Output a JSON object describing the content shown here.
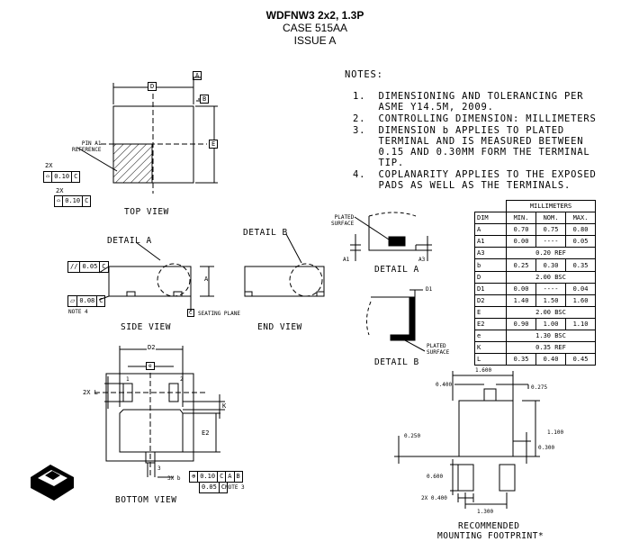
{
  "header": {
    "title": "WDFNW3 2x2, 1.3P",
    "case": "CASE 515AA",
    "issue": "ISSUE A"
  },
  "notes": {
    "heading": "NOTES:",
    "items": [
      {
        "num": "1.",
        "lines": [
          "DIMENSIONING AND TOLERANCING PER",
          "ASME Y14.5M, 2009."
        ]
      },
      {
        "num": "2.",
        "lines": [
          "CONTROLLING DIMENSION: MILLIMETERS"
        ]
      },
      {
        "num": "3.",
        "lines": [
          "DIMENSION b APPLIES TO PLATED",
          "TERMINAL AND IS MEASURED BETWEEN",
          "0.15 AND 0.30MM FORM THE TERMINAL",
          "TIP."
        ]
      },
      {
        "num": "4.",
        "lines": [
          "COPLANARITY APPLIES TO THE EXPOSED",
          "PADS AS WELL AS THE TERMINALS."
        ]
      }
    ]
  },
  "top_view": {
    "title": "TOP VIEW",
    "datum_d": "D",
    "datum_a": "A",
    "datum_b": "B",
    "datum_e": "E",
    "pin_ref": [
      "PIN A1",
      "REFERENCE"
    ],
    "fcf1": {
      "prefix": "2X",
      "cells": [
        "⌓",
        "0.10",
        "C"
      ]
    },
    "fcf2": {
      "prefix": "2X",
      "cells": [
        "⌓",
        "0.10",
        "C"
      ]
    }
  },
  "side_view": {
    "title": "SIDE VIEW",
    "detail_a": "DETAIL A",
    "parallel": {
      "cells": [
        "//",
        "0.05",
        "C"
      ]
    },
    "flat": {
      "cells": [
        "⏥",
        "0.08",
        "C"
      ]
    },
    "note4": "NOTE 4",
    "dim_a": "A",
    "datum_c": "C",
    "seating": "SEATING PLANE"
  },
  "end_view": {
    "title": "END VIEW",
    "detail_b": "DETAIL B"
  },
  "detail_a_view": {
    "title": "DETAIL A",
    "plated": [
      "PLATED",
      "SURFACE"
    ],
    "a1": "A1",
    "a3": "A3"
  },
  "detail_b_view": {
    "title": "DETAIL B",
    "d1": "D1",
    "plated": [
      "PLATED",
      "SURFACE"
    ]
  },
  "bottom_view": {
    "title": "BOTTOM VIEW",
    "d2": "D2",
    "e_lbl": "e",
    "two_x_l": "2X L",
    "k": "K",
    "e2": "E2",
    "pin1": "1",
    "pin2": "2",
    "pin3": "3",
    "three_x_b": "3X b",
    "fcf_a": {
      "cells": [
        "⊕",
        "0.10",
        "C",
        "A",
        "B"
      ]
    },
    "fcf_b": {
      "cells": [
        "0.05",
        "C"
      ]
    },
    "note3": "NOTE 3"
  },
  "table": {
    "header_group": "MILLIMETERS",
    "columns": [
      "DIM",
      "MIN.",
      "NOM.",
      "MAX."
    ],
    "rows": [
      [
        "A",
        "0.70",
        "0.75",
        "0.80"
      ],
      [
        "A1",
        "0.00",
        "----",
        "0.05"
      ],
      [
        "A3",
        "0.20 REF"
      ],
      [
        "b",
        "0.25",
        "0.30",
        "0.35"
      ],
      [
        "D",
        "2.00 BSC"
      ],
      [
        "D1",
        "0.00",
        "----",
        "0.04"
      ],
      [
        "D2",
        "1.40",
        "1.50",
        "1.60"
      ],
      [
        "E",
        "2.00 BSC"
      ],
      [
        "E2",
        "0.90",
        "1.00",
        "1.10"
      ],
      [
        "e",
        "1.30 BSC"
      ],
      [
        "K",
        "0.35 REF"
      ],
      [
        "L",
        "0.35",
        "0.40",
        "0.45"
      ]
    ]
  },
  "footprint": {
    "d_1600": "1.600",
    "d_0400": "0.400",
    "d_0275": "0.275",
    "d_0250": "0.250",
    "d_1100": "1.100",
    "d_0300": "0.300",
    "d_0600": "0.600",
    "d_2x0400": "2X 0.400",
    "d_1300": "1.300",
    "title": [
      "RECOMMENDED",
      "MOUNTING FOOTPRINT*"
    ]
  }
}
